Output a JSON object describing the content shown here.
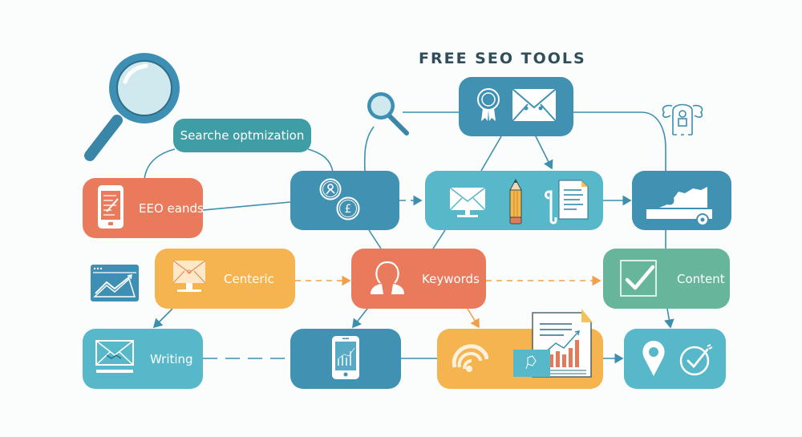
{
  "title": "FREE SEO TOOLS",
  "colors": {
    "teal_dark": "#3f9ea5",
    "blue": "#4191b2",
    "light_teal": "#57b8c9",
    "orange": "#e97b5c",
    "yellow": "#f5b44f",
    "green": "#67b59b",
    "line": "#3d8fae",
    "dash_orange": "#f0a04b",
    "text_dark": "#2f4e59"
  },
  "nodes": {
    "search_optimization": {
      "label": "Searche optmization",
      "icon": "magnifier-icon"
    },
    "seo_brands": {
      "label": "EEO eands",
      "icon": "tablet-edit-icon"
    },
    "coins": {
      "label": "",
      "icons": [
        "user-coin-icon",
        "dollar-coin-icon"
      ]
    },
    "award_mail": {
      "label": "",
      "icons": [
        "award-ribbon-icon",
        "envelope-icon"
      ]
    },
    "tools": {
      "label": "",
      "icons": [
        "monitor-mail-icon",
        "pencil-icon",
        "document-hook-icon"
      ]
    },
    "shoe": {
      "label": "",
      "icon": "shoe-icon"
    },
    "centeric": {
      "label": "Centeric",
      "icon": "monitor-envelope-icon"
    },
    "keywords": {
      "label": "Keywords",
      "icon": "user-icon"
    },
    "content": {
      "label": "Content",
      "icon": "checkbox-icon"
    },
    "writing": {
      "label": "Writing",
      "icon": "mail-monitor-icon"
    },
    "phone": {
      "label": "",
      "icon": "phone-chart-icon"
    },
    "report": {
      "label": "",
      "icons": [
        "signal-shell-icon",
        "report-chart-icon",
        "molecule-card-icon"
      ]
    },
    "location": {
      "label": "",
      "icons": [
        "map-pin-icon",
        "check-circle-icon"
      ]
    }
  },
  "decor": {
    "big_magnifier": "magnifier-icon",
    "small_magnifier": "magnifier-icon",
    "robot": "robot-icon",
    "analytics_window": "analytics-window-icon"
  }
}
